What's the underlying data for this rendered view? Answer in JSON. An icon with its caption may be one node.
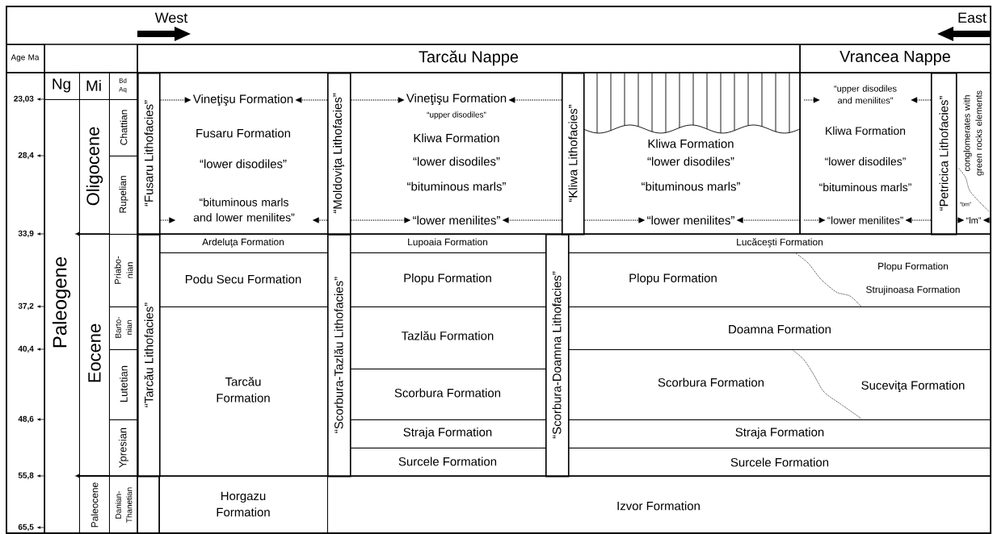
{
  "diagram": {
    "nodes": [
      {
        "text": [
          "Age Ma"
        ]
      },
      {
        "text": [
          "Tarcău Nappe"
        ]
      },
      {
        "text": [
          "Vrancea Nappe"
        ]
      },
      {
        "text": [
          "Ng"
        ]
      },
      {
        "text": [
          "Mi"
        ]
      },
      {
        "text": [
          "Bd Aq"
        ]
      },
      {
        "text": [
          "Paleogene"
        ]
      },
      {
        "text": [
          "Oligocene"
        ]
      },
      {
        "text": [
          "Chattian"
        ]
      },
      {
        "text": [
          "Rupelian"
        ]
      },
      {
        "text": [
          "Eocene"
        ]
      },
      {
        "text": [
          "Priabo- nian"
        ]
      },
      {
        "text": [
          "Barto- nian"
        ]
      },
      {
        "text": [
          "Lutetian"
        ]
      },
      {
        "text": [
          "Ypresian"
        ]
      },
      {
        "text": [
          "Paleocene"
        ]
      },
      {
        "text": [
          "Danian- Thanetian"
        ]
      },
      {
        "text": [
          "“Fusaru Lithofacies”"
        ]
      },
      {
        "text": [
          "Fusaru Formation",
          "“lower disodiles”"
        ]
      },
      {
        "text": [
          "Vineţişu Formation"
        ],
        "in": 18
      },
      {
        "text": [
          "“bituminous marls and lower menilites”"
        ],
        "in": 18
      },
      {
        "text": [
          "“Moldoviţa Lithofacies”"
        ]
      },
      {
        "text": [
          "“upper disodiles”",
          "Kliwa Formation",
          "“lower disodiles”",
          "“bituminous marls”"
        ]
      },
      {
        "text": [
          "Vineţişu Formation"
        ],
        "in": 22
      },
      {
        "text": [
          "“lower menilites”"
        ],
        "in": 22
      },
      {
        "text": [
          "“Kliwa Lithofacies”"
        ]
      },
      {
        "text": [
          "Kliwa Formation",
          "“lower disodiles”",
          "“bituminous marls”"
        ]
      },
      {
        "text": [
          "“lower menilites”"
        ],
        "in": 26
      },
      {
        "text": [
          "Kliwa Formation",
          "“lower disodiles”",
          "“bituminous marls”"
        ]
      },
      {
        "text": [
          "“upper disodiles and menilites”"
        ],
        "in": 28
      },
      {
        "text": [
          "“lower menilites”"
        ],
        "in": 28
      },
      {
        "text": [
          "“Petricica Lithofacies”"
        ]
      },
      {
        "text": [
          "conglomerates with green rocks elements",
          "“bm”"
        ]
      },
      {
        "text": [
          "“lm”"
        ],
        "in": 32
      },
      {
        "text": [
          "Ardeluţa Formation"
        ]
      },
      {
        "text": [
          "Podu Secu Formation"
        ]
      },
      {
        "text": [
          "“Tarcău Lithofacies”"
        ]
      },
      {
        "text": [
          "Tarcău Formation"
        ]
      },
      {
        "text": [
          "Horgazu Formation"
        ]
      },
      {
        "text": [
          "“Scorbura-Tazlău Lithofacies”"
        ]
      },
      {
        "text": [
          "Lupoaia Formation"
        ]
      },
      {
        "text": [
          "Plopu Formation"
        ]
      },
      {
        "text": [
          "Tazlău Formation"
        ]
      },
      {
        "text": [
          "Scorbura Formation"
        ]
      },
      {
        "text": [
          "Straja Formation"
        ]
      },
      {
        "text": [
          "Surcele Formation"
        ]
      },
      {
        "text": [
          "“Scorbura-Doamna Lithofacies”"
        ]
      },
      {
        "text": [
          "Lucăceşti Formation"
        ]
      },
      {
        "text": [
          "Plopu Formation",
          "Plopu Formation",
          "Strujinoasa Formation"
        ]
      },
      {
        "text": [
          "Doamna Formation"
        ]
      },
      {
        "text": [
          "Scorbura Formation",
          "Suceviţa Formation"
        ]
      },
      {
        "text": [
          "Straja Formation"
        ]
      },
      {
        "text": [
          "Surcele Formation"
        ]
      },
      {
        "text": [
          "Izvor Formation"
        ]
      }
    ],
    "edges": [
      {
        "from": 17,
        "to": 19,
        "arrow": "to",
        "style": "dashed"
      },
      {
        "from": 21,
        "to": 19,
        "arrow": "to",
        "style": "dashed"
      },
      {
        "from": 17,
        "to": 20,
        "arrow": "to",
        "style": "dashed"
      },
      {
        "from": 21,
        "to": 20,
        "arrow": "to",
        "style": "dashed"
      },
      {
        "from": 21,
        "to": 23,
        "arrow": "to",
        "style": "dashed"
      },
      {
        "from": 25,
        "to": 23,
        "arrow": "to",
        "style": "dashed"
      },
      {
        "from": 21,
        "to": 24,
        "arrow": "to",
        "style": "dashed"
      },
      {
        "from": 25,
        "to": 24,
        "arrow": "to",
        "style": "dashed"
      },
      {
        "from": 25,
        "to": 27,
        "arrow": "to",
        "style": "dashed"
      },
      {
        "from": 28,
        "to": 27,
        "arrow": "to",
        "style": "dashed"
      },
      {
        "from": null,
        "to": 29,
        "arrow": "to",
        "style": "dashed"
      },
      {
        "from": 31,
        "to": 29,
        "arrow": "to",
        "style": "dashed"
      },
      {
        "from": null,
        "to": 30,
        "arrow": "to",
        "style": "dashed"
      },
      {
        "from": 31,
        "to": 30,
        "arrow": "to",
        "style": "dashed"
      },
      {
        "from": 31,
        "to": 33,
        "arrow": "to",
        "style": "dashed"
      },
      {
        "from": null,
        "to": 33,
        "arrow": "to",
        "style": "dashed"
      }
    ],
    "labels": [
      "West",
      "East",
      "23,03",
      "28,4",
      "33,9",
      "37,2",
      "40,4",
      "48,6",
      "55,8",
      "65,5"
    ]
  }
}
